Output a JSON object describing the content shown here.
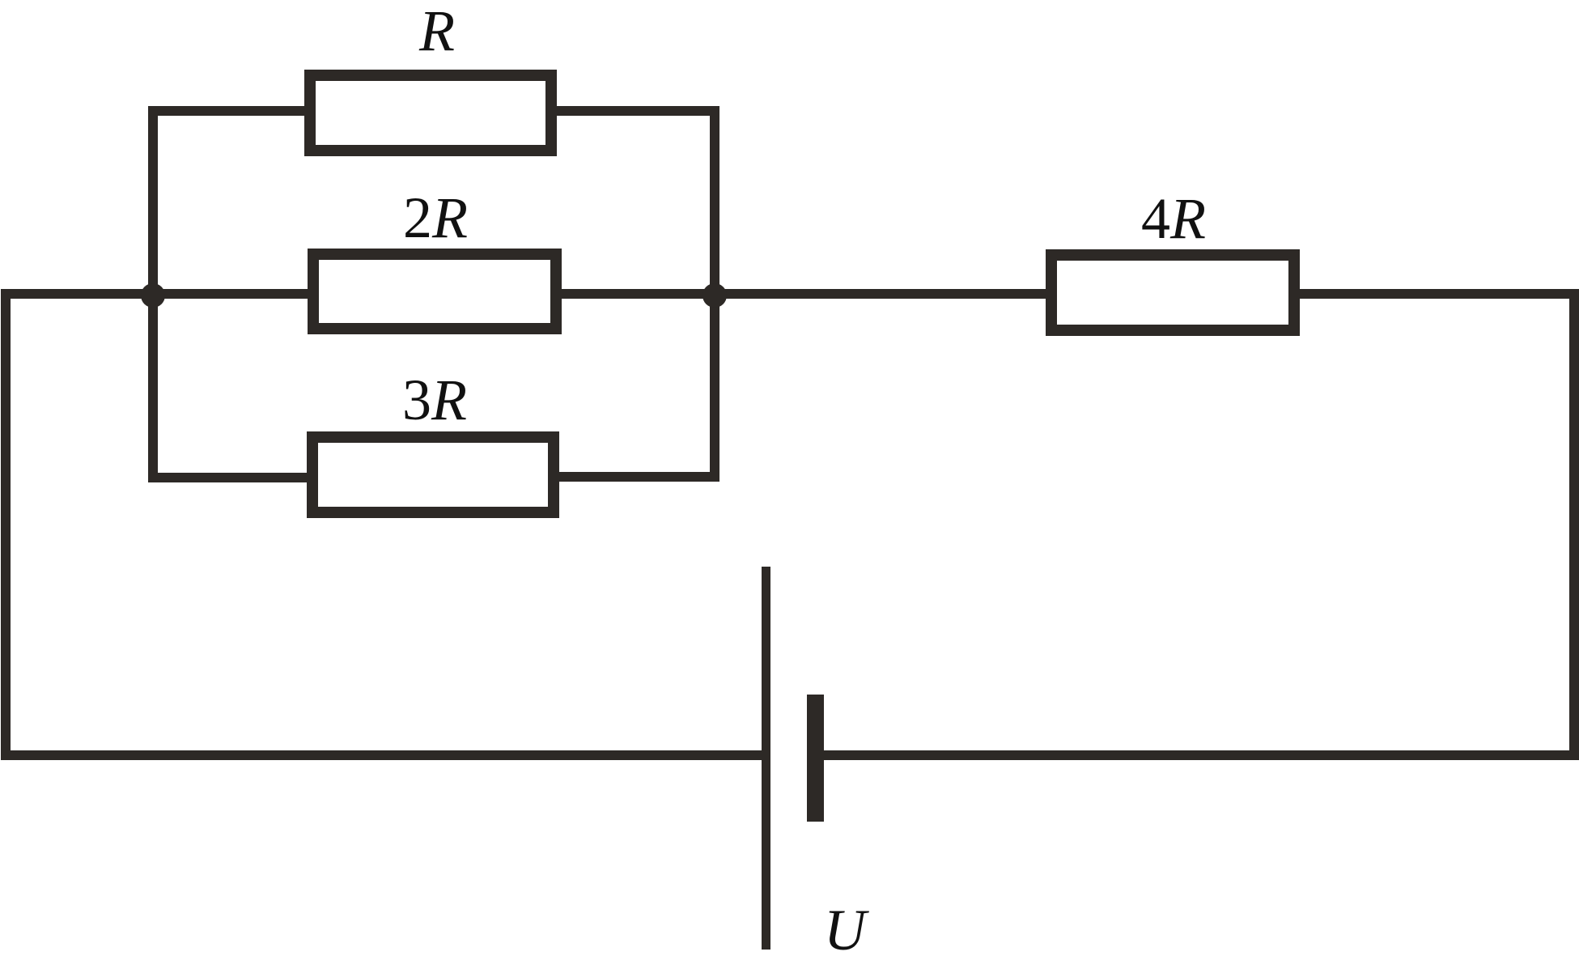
{
  "diagram": {
    "type": "electric-circuit",
    "colors": {
      "line": "#2d2926",
      "background": "#ffffff",
      "text": "#111111"
    },
    "resistors": [
      {
        "id": "r1",
        "label_coefficient": "",
        "label_symbol": "R",
        "branch": "parallel-top"
      },
      {
        "id": "r2",
        "label_coefficient": "2",
        "label_symbol": "R",
        "branch": "parallel-middle"
      },
      {
        "id": "r3",
        "label_coefficient": "3",
        "label_symbol": "R",
        "branch": "parallel-bottom"
      },
      {
        "id": "r4",
        "label_coefficient": "4",
        "label_symbol": "R",
        "branch": "series"
      }
    ],
    "source": {
      "type": "battery",
      "label": "U"
    },
    "junctions": [
      {
        "id": "left-node"
      },
      {
        "id": "right-node"
      }
    ]
  }
}
